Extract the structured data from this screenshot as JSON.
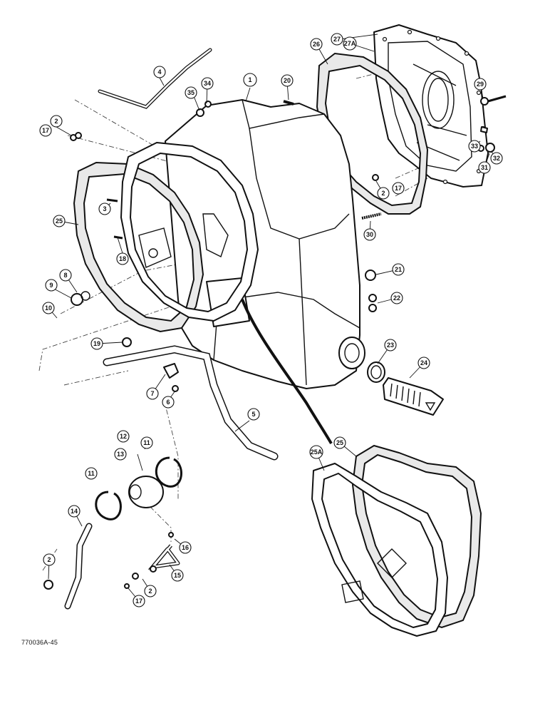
{
  "figure": {
    "id_label": "770036A-45"
  },
  "callouts": [
    {
      "label": "1"
    },
    {
      "label": "2"
    },
    {
      "label": "3"
    },
    {
      "label": "4"
    },
    {
      "label": "5"
    },
    {
      "label": "6"
    },
    {
      "label": "7"
    },
    {
      "label": "8"
    },
    {
      "label": "9"
    },
    {
      "label": "10"
    },
    {
      "label": "11"
    },
    {
      "label": "11"
    },
    {
      "label": "12"
    },
    {
      "label": "13"
    },
    {
      "label": "14"
    },
    {
      "label": "15"
    },
    {
      "label": "16"
    },
    {
      "label": "17"
    },
    {
      "label": "17"
    },
    {
      "label": "17"
    },
    {
      "label": "18"
    },
    {
      "label": "19"
    },
    {
      "label": "20"
    },
    {
      "label": "21"
    },
    {
      "label": "22"
    },
    {
      "label": "23"
    },
    {
      "label": "24"
    },
    {
      "label": "25"
    },
    {
      "label": "25"
    },
    {
      "label": "25A"
    },
    {
      "label": "26"
    },
    {
      "label": "27"
    },
    {
      "label": "27A"
    },
    {
      "label": "29"
    },
    {
      "label": "30"
    },
    {
      "label": "31"
    },
    {
      "label": "32"
    },
    {
      "label": "33"
    },
    {
      "label": "34"
    },
    {
      "label": "35"
    },
    {
      "label": "2"
    },
    {
      "label": "2"
    },
    {
      "label": "2"
    }
  ]
}
